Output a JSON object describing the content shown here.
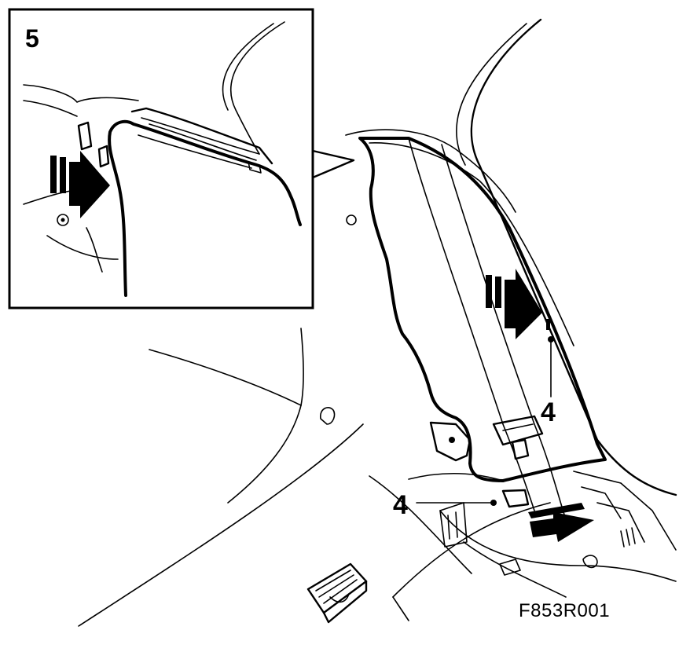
{
  "inset": {
    "step_number": "5"
  },
  "callouts": {
    "upper_label": "4",
    "lower_label": "4"
  },
  "figure": {
    "id": "F853R001"
  },
  "icons": {
    "push_arrow_inset": "push-arrow-icon",
    "push_arrow_upper": "push-arrow-icon",
    "pull_arrow_lower": "pull-arrow-icon",
    "clip": "trim-clip-icon"
  },
  "colors": {
    "ink": "#000000",
    "paper": "#ffffff"
  }
}
